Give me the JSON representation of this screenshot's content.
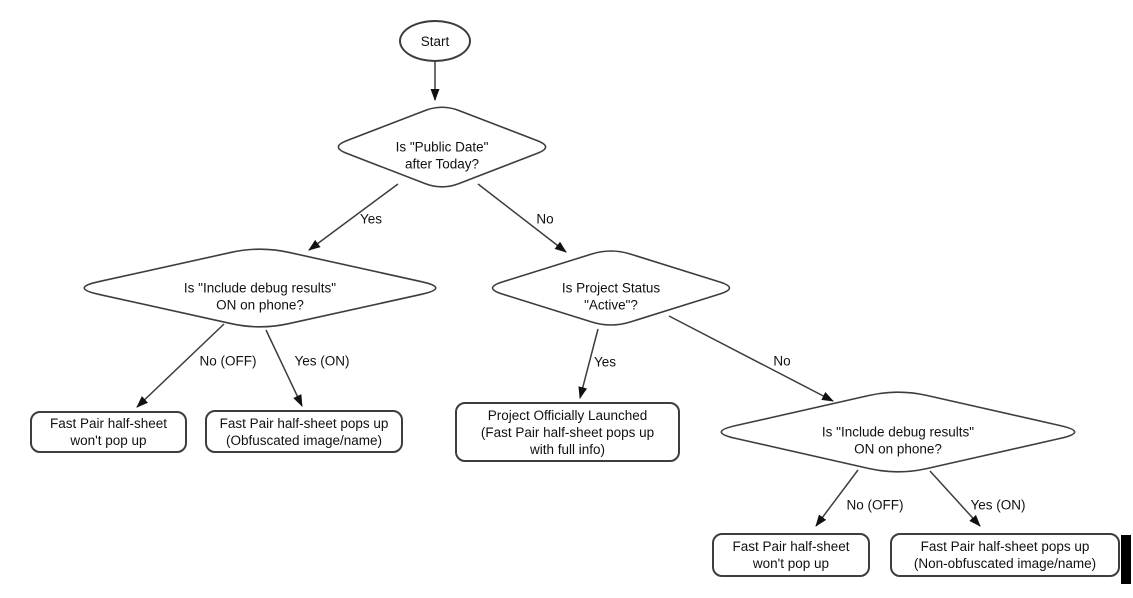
{
  "colors": {
    "node_fill": "#ffffff",
    "node_stroke": "#3d3d3d",
    "edge": "#3d3d3d",
    "arrow": "#111111",
    "text": "#111111"
  },
  "nodes": {
    "start": {
      "type": "terminator",
      "label": "Start"
    },
    "public_date": {
      "type": "decision",
      "label": "Is \"Public Date\"\nafter Today?"
    },
    "debug_left": {
      "type": "decision",
      "label": "Is \"Include debug results\"\nON on phone?"
    },
    "project_status": {
      "type": "decision",
      "label": "Is Project Status\n\"Active\"?"
    },
    "debug_right": {
      "type": "decision",
      "label": "Is \"Include debug results\"\nON on phone?"
    },
    "no_popup_left": {
      "type": "result",
      "label": "Fast Pair half-sheet\nwon't pop up"
    },
    "popup_obfuscated": {
      "type": "result",
      "label": "Fast Pair half-sheet pops up\n(Obfuscated image/name)"
    },
    "launched": {
      "type": "result",
      "label": "Project Officially Launched\n(Fast Pair half-sheet pops up\nwith full info)"
    },
    "no_popup_right": {
      "type": "result",
      "label": "Fast Pair half-sheet\nwon't pop up"
    },
    "popup_nonobfuscated": {
      "type": "result",
      "label": "Fast Pair half-sheet pops up\n(Non-obfuscated image/name)"
    }
  },
  "edge_labels": {
    "public_date_yes": "Yes",
    "public_date_no": "No",
    "debug_left_no": "No (OFF)",
    "debug_left_yes": "Yes (ON)",
    "project_status_yes": "Yes",
    "project_status_no": "No",
    "debug_right_no": "No (OFF)",
    "debug_right_yes": "Yes (ON)"
  }
}
